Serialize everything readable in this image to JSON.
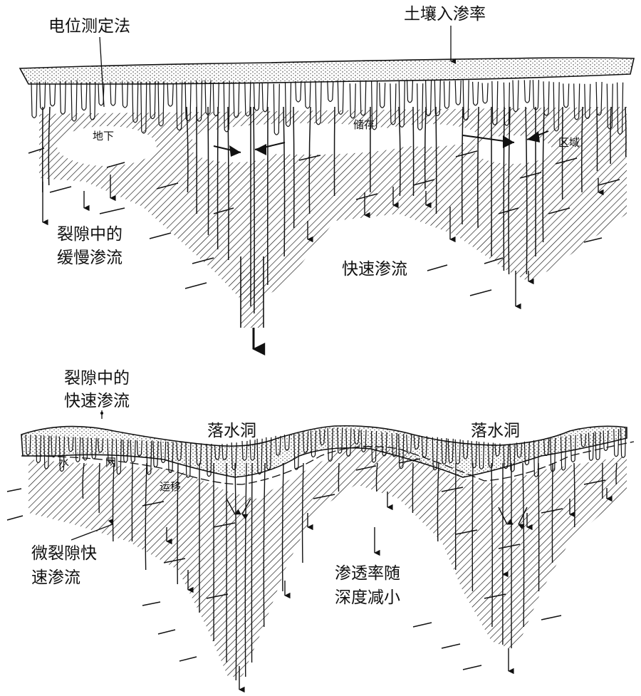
{
  "top_panel": {
    "labels": {
      "potential_method": "电位测定法",
      "soil_infiltration": "土壤入渗率",
      "underground": "地下",
      "storage": "储存",
      "zone": "区域",
      "slow_seepage_line1": "裂隙中的",
      "slow_seepage_line2": "缓慢渗流",
      "fast_seepage": "快速渗流"
    }
  },
  "bottom_panel": {
    "labels": {
      "fast_seepage_line1": "裂隙中的",
      "fast_seepage_line2": "快速渗流",
      "sinkhole_left": "落水洞",
      "sinkhole_right": "落水洞",
      "water": "水",
      "network": "网",
      "transport": "运移",
      "micro_line1": "微裂隙快",
      "micro_line2": "速渗流",
      "perm_line1": "渗透率随",
      "perm_line2": "深度减小"
    }
  },
  "colors": {
    "ink": "#111111",
    "paper": "#ffffff"
  }
}
